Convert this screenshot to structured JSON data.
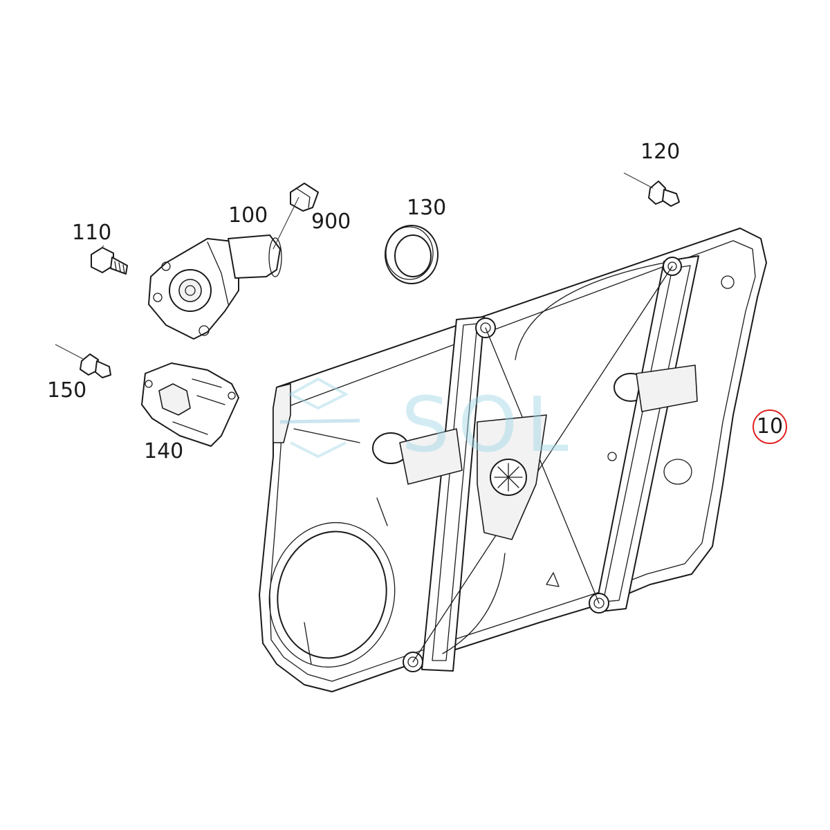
{
  "callouts": {
    "p10": "10",
    "p100": "100",
    "p110": "110",
    "p120": "120",
    "p130": "130",
    "p140": "140",
    "p150": "150",
    "p900": "900"
  },
  "watermark": {
    "text": "SOL"
  },
  "colors": {
    "line": "#1a1a1a",
    "highlight_circle": "#e02020",
    "watermark": "#9fd7e6"
  }
}
